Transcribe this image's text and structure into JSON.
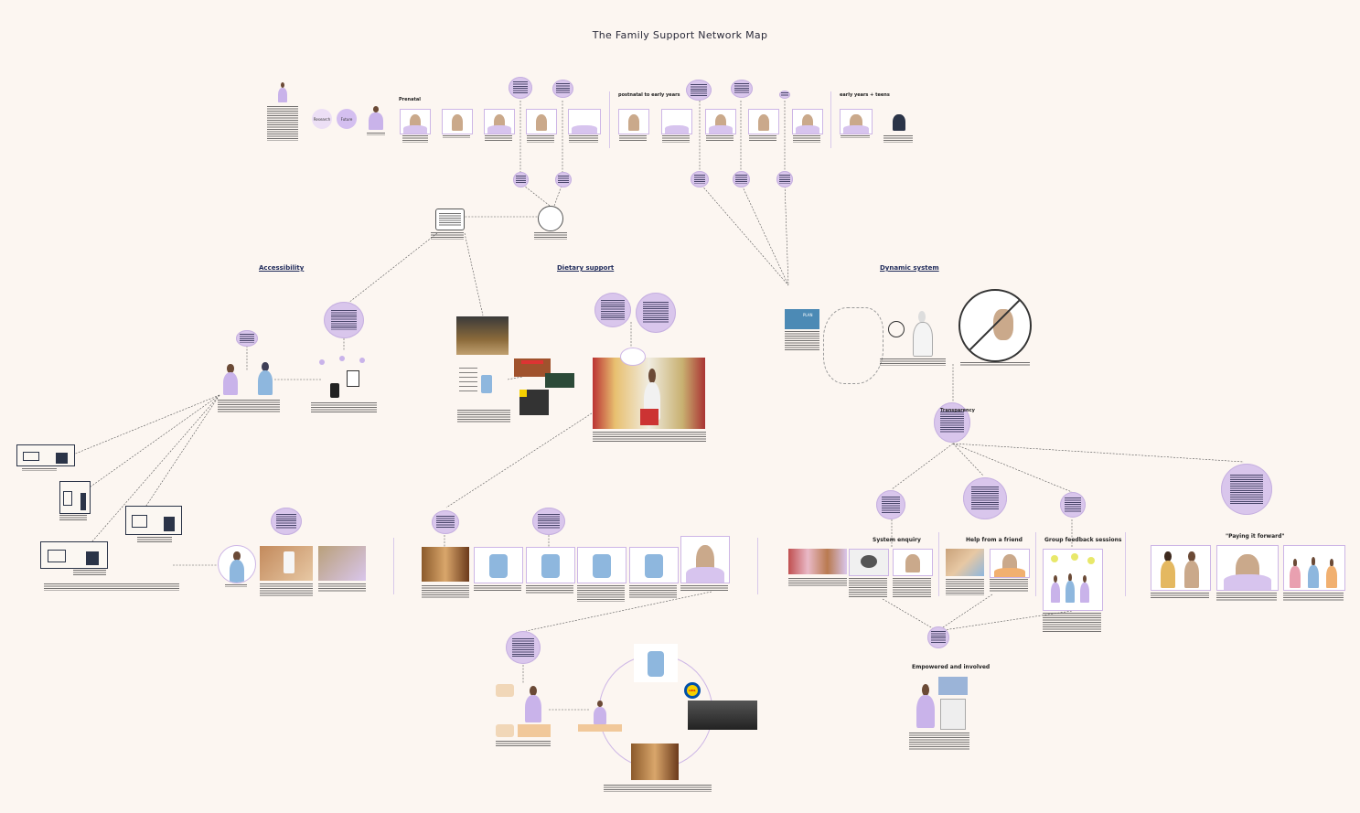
{
  "title": "The Family Support Network Map",
  "headings": {
    "accessibility": "Accessibility",
    "dietary": "Dietary support",
    "dynamic": "Dynamic system"
  },
  "timeline": {
    "pill_research": "Research",
    "pill_future": "Future",
    "stage_prenatal": "Prenatal",
    "stage_postnatal": "postnatal to early years",
    "stage_early": "early years + teens"
  },
  "dynamic_labels": {
    "transparency": "Transparency",
    "system_enquiry": "System enquiry",
    "help_friend": "Help from a friend",
    "group_feedback": "Group feedback sessions",
    "paying_forward": "\"Paying it forward\"",
    "empowered": "Empowered and involved"
  },
  "icons": {
    "plan_badge": "PLAN",
    "supermarket_logo": "LIDL"
  },
  "colors": {
    "background": "#fcf6f1",
    "accent": "#d9c6ec",
    "accent_border": "#cdb6e6",
    "ink": "#1f2a5a"
  }
}
